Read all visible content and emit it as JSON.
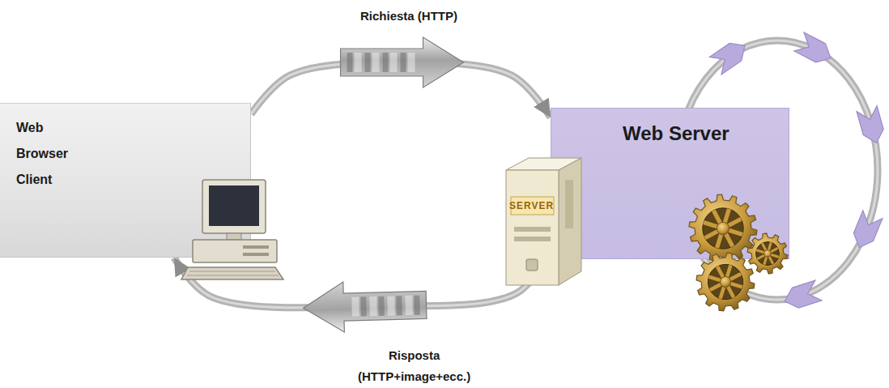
{
  "diagram": {
    "nodes": [
      {
        "text": [
          "Web Browser Client"
        ]
      },
      {
        "text": [
          "Web Server"
        ]
      }
    ],
    "edges": [
      {
        "from": 0,
        "to": 1,
        "arrow": "to",
        "label": "Richiesta (HTTP)"
      },
      {
        "from": 1,
        "to": 0,
        "arrow": "to",
        "label": "Risposta (HTTP+image+ecc.)"
      }
    ],
    "labels": [
      "SERVER"
    ]
  }
}
